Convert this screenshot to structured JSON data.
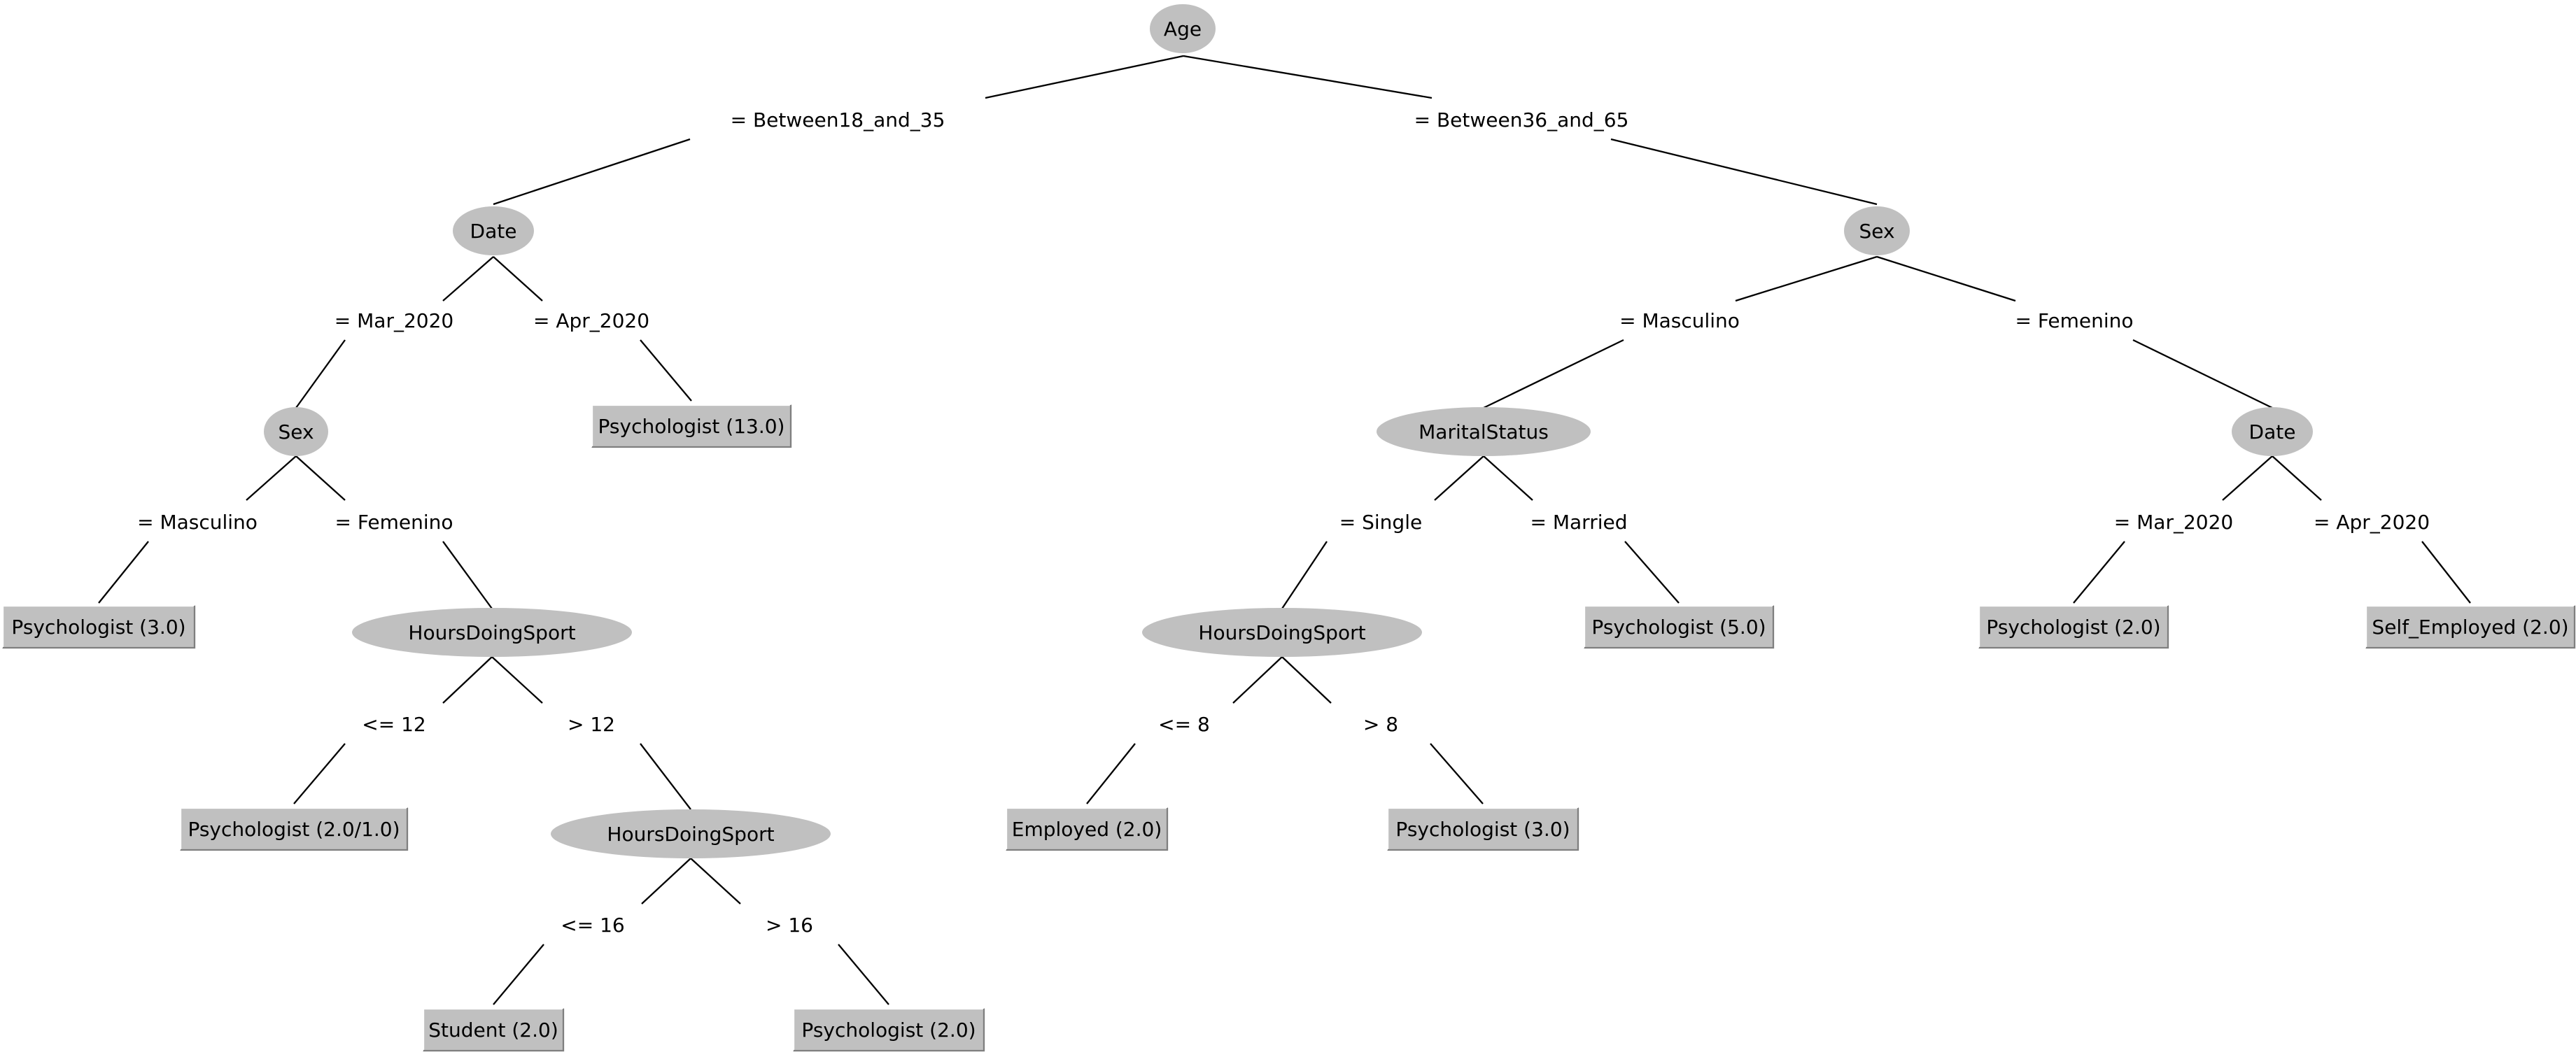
{
  "colors": {
    "node_fill": "#c0c0c0",
    "line": "#000000",
    "background": "#ffffff"
  },
  "nodes": [
    {
      "id": "n_age",
      "name": "node-age",
      "type": "split",
      "label": "Age"
    },
    {
      "id": "n_date1",
      "name": "node-date-young",
      "type": "split",
      "label": "Date"
    },
    {
      "id": "n_sex1",
      "name": "node-sex-young",
      "type": "split",
      "label": "Sex"
    },
    {
      "id": "n_hds1",
      "name": "node-hours-doing-sport-young",
      "type": "split",
      "label": "HoursDoingSport"
    },
    {
      "id": "n_hds2",
      "name": "node-hours-doing-sport-young-2",
      "type": "split",
      "label": "HoursDoingSport"
    },
    {
      "id": "n_sex2",
      "name": "node-sex-older",
      "type": "split",
      "label": "Sex"
    },
    {
      "id": "n_marital",
      "name": "node-marital-status",
      "type": "split",
      "label": "MaritalStatus"
    },
    {
      "id": "n_hds3",
      "name": "node-hours-doing-sport-older",
      "type": "split",
      "label": "HoursDoingSport"
    },
    {
      "id": "n_date2",
      "name": "node-date-older",
      "type": "split",
      "label": "Date"
    },
    {
      "id": "l1",
      "name": "leaf-psychologist-13",
      "type": "leaf",
      "label": "Psychologist (13.0)"
    },
    {
      "id": "l2",
      "name": "leaf-psychologist-3-young",
      "type": "leaf",
      "label": "Psychologist (3.0)"
    },
    {
      "id": "l3",
      "name": "leaf-psychologist-2-1",
      "type": "leaf",
      "label": "Psychologist (2.0/1.0)"
    },
    {
      "id": "l4",
      "name": "leaf-student-2",
      "type": "leaf",
      "label": "Student (2.0)"
    },
    {
      "id": "l5",
      "name": "leaf-psychologist-2-young",
      "type": "leaf",
      "label": "Psychologist (2.0)"
    },
    {
      "id": "l6",
      "name": "leaf-employed-2",
      "type": "leaf",
      "label": "Employed (2.0)"
    },
    {
      "id": "l7",
      "name": "leaf-psychologist-3-older",
      "type": "leaf",
      "label": "Psychologist (3.0)"
    },
    {
      "id": "l8",
      "name": "leaf-psychologist-5",
      "type": "leaf",
      "label": "Psychologist (5.0)"
    },
    {
      "id": "l9",
      "name": "leaf-psychologist-2-older",
      "type": "leaf",
      "label": "Psychologist (2.0)"
    },
    {
      "id": "l10",
      "name": "leaf-self-employed-2",
      "type": "leaf",
      "label": "Self_Employed (2.0)"
    }
  ],
  "edges": [
    {
      "from": "n_age",
      "to": "n_date1",
      "name": "edge-between18-35",
      "label": "= Between18_and_35"
    },
    {
      "from": "n_age",
      "to": "n_sex2",
      "name": "edge-between36-65",
      "label": "= Between36_and_65"
    },
    {
      "from": "n_date1",
      "to": "n_sex1",
      "name": "edge-mar2020-young",
      "label": "= Mar_2020"
    },
    {
      "from": "n_date1",
      "to": "l1",
      "name": "edge-apr2020-young",
      "label": "= Apr_2020"
    },
    {
      "from": "n_sex1",
      "to": "l2",
      "name": "edge-masculino-young",
      "label": "= Masculino"
    },
    {
      "from": "n_sex1",
      "to": "n_hds1",
      "name": "edge-femenino-young",
      "label": "= Femenino"
    },
    {
      "from": "n_hds1",
      "to": "l3",
      "name": "edge-le-12",
      "label": "<= 12"
    },
    {
      "from": "n_hds1",
      "to": "n_hds2",
      "name": "edge-gt-12",
      "label": "> 12"
    },
    {
      "from": "n_hds2",
      "to": "l4",
      "name": "edge-le-16",
      "label": "<= 16"
    },
    {
      "from": "n_hds2",
      "to": "l5",
      "name": "edge-gt-16",
      "label": "> 16"
    },
    {
      "from": "n_sex2",
      "to": "n_marital",
      "name": "edge-masculino-older",
      "label": "= Masculino"
    },
    {
      "from": "n_sex2",
      "to": "n_date2",
      "name": "edge-femenino-older",
      "label": "= Femenino"
    },
    {
      "from": "n_marital",
      "to": "n_hds3",
      "name": "edge-single",
      "label": "= Single"
    },
    {
      "from": "n_marital",
      "to": "l8",
      "name": "edge-married",
      "label": "= Married"
    },
    {
      "from": "n_hds3",
      "to": "l6",
      "name": "edge-le-8",
      "label": "<= 8"
    },
    {
      "from": "n_hds3",
      "to": "l7",
      "name": "edge-gt-8",
      "label": "> 8"
    },
    {
      "from": "n_date2",
      "to": "l9",
      "name": "edge-mar2020-older",
      "label": "= Mar_2020"
    },
    {
      "from": "n_date2",
      "to": "l10",
      "name": "edge-apr2020-older",
      "label": "= Apr_2020"
    }
  ]
}
